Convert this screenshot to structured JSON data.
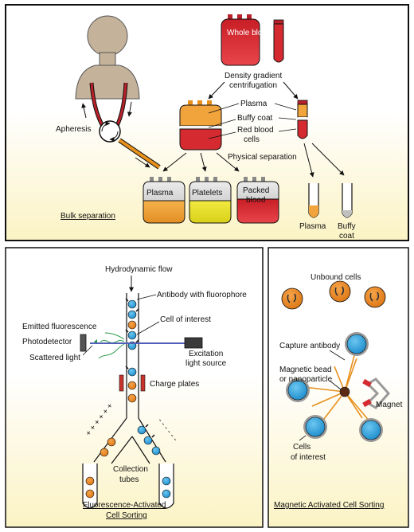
{
  "bulk": {
    "caption": "Bulk separation",
    "whole_blood": "Whole blood",
    "density_gradient": [
      "Density gradient",
      "centrifugation"
    ],
    "plasma": "Plasma",
    "buffy_coat": "Buffy coat",
    "red_blood_cells": [
      "Red blood",
      "cells"
    ],
    "apheresis": "Apheresis",
    "physical_separation": "Physical separation",
    "bag_plasma": "Plasma",
    "bag_platelets": "Platelets",
    "bag_packed_blood": [
      "Packed",
      "blood"
    ],
    "tube_plasma": "Plasma",
    "tube_buffy_coat": [
      "Buffy",
      "coat"
    ]
  },
  "facs": {
    "caption": [
      "Fluorescence-Activated",
      "Cell Sorting"
    ],
    "hydrodynamic_flow": "Hydrodynamic flow",
    "antibody_fluorophore": "Antibody with fluorophore",
    "emitted_fluorescence": "Emitted fluorescence",
    "cell_of_interest": "Cell of interest",
    "photodetector": "Photodetector",
    "scattered_light": "Scattered light",
    "excitation": [
      "Excitation",
      "light source"
    ],
    "charge_plates": "Charge plates",
    "collection_tubes": [
      "Collection",
      "tubes"
    ]
  },
  "macs": {
    "caption": "Magnetic Activated Cell Sorting",
    "unbound_cells": "Unbound cells",
    "capture_antibody": "Capture antibody",
    "magnetic_bead": [
      "Magnetic bead",
      "or nanoparticle"
    ],
    "magnet": "Magnet",
    "cells_of_interest": [
      "Cells",
      "of interest"
    ]
  },
  "colors": {
    "blood_red": "#d42a30",
    "plasma_orange": "#f0a030",
    "platelet_yellow": "#e8e020",
    "cell_blue": "#2aa0dc",
    "unbound_orange": "#e8801c",
    "person_tan": "#c4b29a"
  }
}
